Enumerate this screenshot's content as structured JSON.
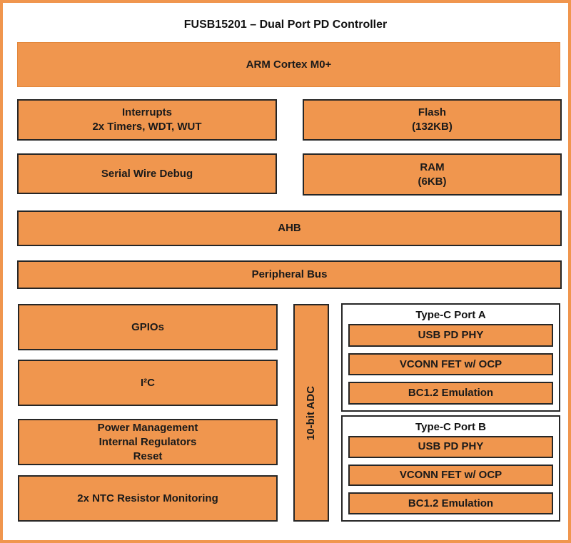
{
  "title": "FUSB15201 – Dual Port PD Controller",
  "colors": {
    "block_fill": "#F0964E",
    "block_border": "#262626",
    "frame_border": "#F0964E",
    "text": "#1A1A1A",
    "background": "#FFFFFF"
  },
  "blocks": {
    "arm": "ARM Cortex M0+",
    "interrupts": "Interrupts\n2x Timers, WDT, WUT",
    "flash": "Flash\n(132KB)",
    "swd": "Serial Wire Debug",
    "ram": "RAM\n(6KB)",
    "ahb": "AHB",
    "peripheral_bus": "Peripheral Bus",
    "gpios": "GPIOs",
    "i2c": "I²C",
    "power": "Power Management\nInternal Regulators\nReset",
    "ntc": "2x NTC Resistor Monitoring",
    "adc": "10-bit ADC"
  },
  "ports": [
    {
      "title": "Type-C Port A",
      "items": [
        "USB PD PHY",
        "VCONN FET w/ OCP",
        "BC1.2 Emulation"
      ]
    },
    {
      "title": "Type-C Port B",
      "items": [
        "USB PD PHY",
        "VCONN FET w/ OCP",
        "BC1.2 Emulation"
      ]
    }
  ]
}
